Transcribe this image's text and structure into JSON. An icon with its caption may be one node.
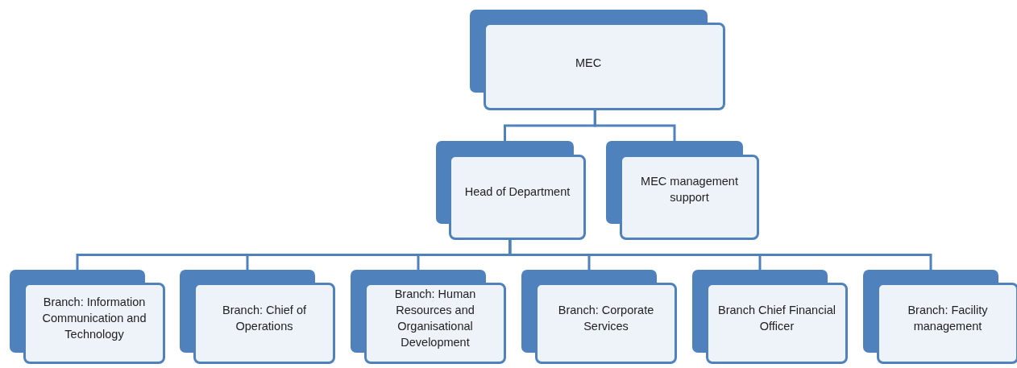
{
  "diagram": {
    "nodes": [
      {
        "text": [
          "MEC"
        ]
      },
      {
        "text": [
          "Head of Department"
        ]
      },
      {
        "text": [
          "MEC management support"
        ]
      },
      {
        "text": [
          "Branch: Information Communication and Technology"
        ]
      },
      {
        "text": [
          "Branch: Chief of Operations"
        ]
      },
      {
        "text": [
          "Branch: Human Resources and Organisational Development"
        ]
      },
      {
        "text": [
          "Branch: Corporate Services"
        ]
      },
      {
        "text": [
          "Branch Chief Financial Officer"
        ]
      },
      {
        "text": [
          "Branch: Facility management"
        ]
      }
    ],
    "edges": [
      {
        "from": 0,
        "to": 1,
        "arrow": "none"
      },
      {
        "from": 0,
        "to": 2,
        "arrow": "none"
      },
      {
        "from": 1,
        "to": 3,
        "arrow": "none"
      },
      {
        "from": 1,
        "to": 4,
        "arrow": "none"
      },
      {
        "from": 1,
        "to": 5,
        "arrow": "none"
      },
      {
        "from": 1,
        "to": 6,
        "arrow": "none"
      },
      {
        "from": 1,
        "to": 7,
        "arrow": "none"
      },
      {
        "from": 1,
        "to": 8,
        "arrow": "none"
      }
    ]
  }
}
